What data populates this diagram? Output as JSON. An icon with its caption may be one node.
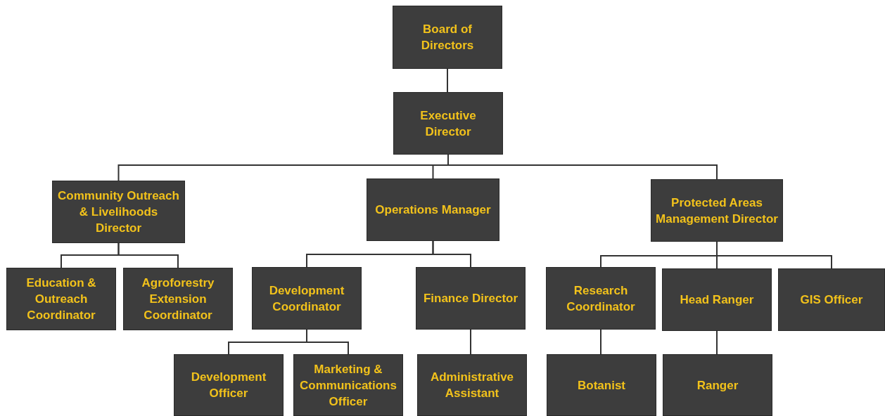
{
  "diagram": {
    "nodes": [
      {
        "text": [
          "Board of Directors"
        ]
      },
      {
        "text": [
          "Executive Director"
        ]
      },
      {
        "text": [
          "Community Outreach & Livelihoods Director"
        ]
      },
      {
        "text": [
          "Operations Manager"
        ]
      },
      {
        "text": [
          "Protected Areas Management Director"
        ]
      },
      {
        "text": [
          "Education & Outreach Coordinator"
        ]
      },
      {
        "text": [
          "Agroforestry Extension Coordinator"
        ]
      },
      {
        "text": [
          "Development Coordinator"
        ]
      },
      {
        "text": [
          "Finance Director"
        ]
      },
      {
        "text": [
          "Research Coordinator"
        ]
      },
      {
        "text": [
          "Head Ranger"
        ]
      },
      {
        "text": [
          "GIS Officer"
        ]
      },
      {
        "text": [
          "Development Officer"
        ]
      },
      {
        "text": [
          "Marketing & Communications Officer"
        ]
      },
      {
        "text": [
          "Administrative Assistant"
        ]
      },
      {
        "text": [
          "Botanist"
        ]
      },
      {
        "text": [
          "Ranger"
        ]
      }
    ],
    "edges": [
      {
        "from": 0,
        "to": 1,
        "arrow": "none"
      },
      {
        "from": 1,
        "to": 2,
        "arrow": "none"
      },
      {
        "from": 1,
        "to": 3,
        "arrow": "none"
      },
      {
        "from": 1,
        "to": 4,
        "arrow": "none"
      },
      {
        "from": 2,
        "to": 5,
        "arrow": "none"
      },
      {
        "from": 2,
        "to": 6,
        "arrow": "none"
      },
      {
        "from": 3,
        "to": 7,
        "arrow": "none"
      },
      {
        "from": 3,
        "to": 8,
        "arrow": "none"
      },
      {
        "from": 4,
        "to": 9,
        "arrow": "none"
      },
      {
        "from": 4,
        "to": 10,
        "arrow": "none"
      },
      {
        "from": 4,
        "to": 11,
        "arrow": "none"
      },
      {
        "from": 7,
        "to": 12,
        "arrow": "none"
      },
      {
        "from": 7,
        "to": 13,
        "arrow": "none"
      },
      {
        "from": 8,
        "to": 14,
        "arrow": "none"
      },
      {
        "from": 9,
        "to": 15,
        "arrow": "none"
      },
      {
        "from": 10,
        "to": 16,
        "arrow": "none"
      }
    ]
  }
}
